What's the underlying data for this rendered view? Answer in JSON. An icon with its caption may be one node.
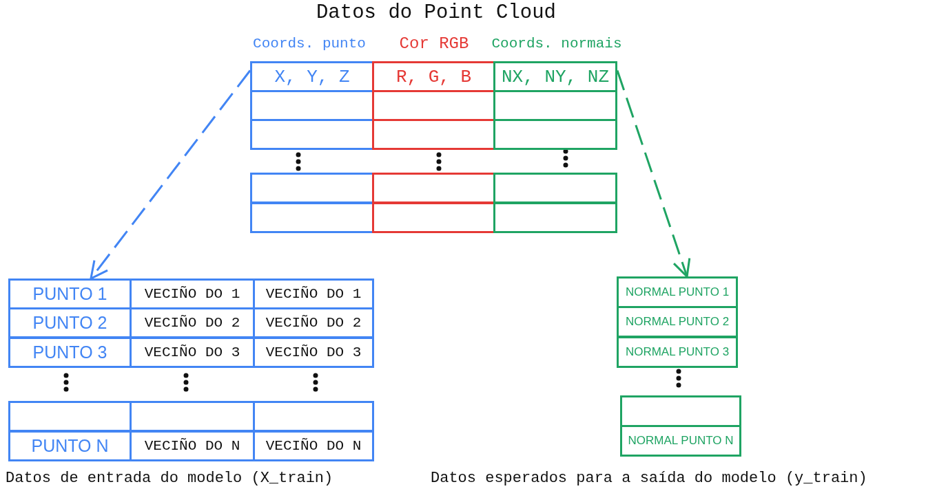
{
  "diagram": {
    "title": "Datos do Point Cloud",
    "nodes": [
      {
        "text": [
          "X, Y, Z"
        ]
      },
      {
        "text": [
          "R, G, B"
        ]
      },
      {
        "text": [
          "NX, NY, NZ"
        ]
      },
      {
        "text": [],
        "shape": "box"
      },
      {
        "text": [],
        "shape": "box"
      },
      {
        "text": [],
        "shape": "box"
      },
      {
        "text": [],
        "shape": "box"
      },
      {
        "text": [],
        "shape": "box"
      },
      {
        "text": [],
        "shape": "box"
      },
      {
        "text": [],
        "shape": "box"
      },
      {
        "text": [],
        "shape": "box"
      },
      {
        "text": [],
        "shape": "box"
      },
      {
        "text": [],
        "shape": "box"
      },
      {
        "text": [],
        "shape": "box"
      },
      {
        "text": [],
        "shape": "box"
      },
      {
        "text": [
          "PUNTO 1"
        ]
      },
      {
        "text": [
          "VECIÑO DO 1"
        ]
      },
      {
        "text": [
          "VECIÑO DO 1"
        ]
      },
      {
        "text": [
          "PUNTO 2"
        ]
      },
      {
        "text": [
          "VECIÑO DO 2"
        ]
      },
      {
        "text": [
          "VECIÑO DO 2"
        ]
      },
      {
        "text": [
          "PUNTO 3"
        ]
      },
      {
        "text": [
          "VECIÑO DO 3"
        ]
      },
      {
        "text": [
          "VECIÑO DO 3"
        ]
      },
      {
        "text": [],
        "shape": "box"
      },
      {
        "text": [],
        "shape": "box"
      },
      {
        "text": [],
        "shape": "box"
      },
      {
        "text": [
          "PUNTO N"
        ]
      },
      {
        "text": [
          "VECIÑO DO N"
        ]
      },
      {
        "text": [
          "VECIÑO DO N"
        ]
      },
      {
        "text": [
          "NORMAL PUNTO 1"
        ]
      },
      {
        "text": [
          "NORMAL PUNTO 2"
        ]
      },
      {
        "text": [
          "NORMAL PUNTO 3"
        ]
      },
      {
        "text": [],
        "shape": "box"
      },
      {
        "text": [
          "NORMAL PUNTO N"
        ]
      }
    ],
    "edges": [
      {
        "from": 0,
        "to": 15,
        "arrow": "to",
        "style": "dashed",
        "color": "#4285f4"
      },
      {
        "from": 2,
        "to": 30,
        "arrow": "to",
        "style": "dashed",
        "color": "#1fa463"
      }
    ],
    "labels": [
      "Coords. punto",
      "Cor RGB",
      "Coords. normais",
      "Datos de entrada do modelo (X_train)",
      "Datos esperados para a saída do modelo (y_train)"
    ]
  }
}
